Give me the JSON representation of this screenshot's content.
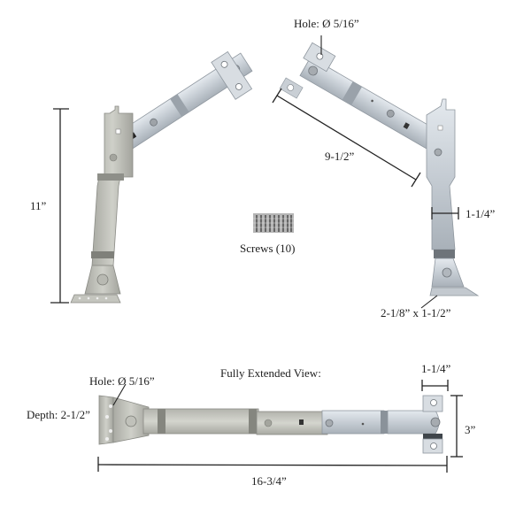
{
  "diagram": {
    "subject": "Window hinge / operator arm set",
    "colors": {
      "metal_light": "#d9dee3",
      "metal_mid": "#b8bfc6",
      "metal_dark": "#8d949b",
      "metal_galv": "#c9c9c2",
      "dimension_line": "#222222",
      "background": "#ffffff"
    },
    "top_left_arm": {
      "height_label": "11”"
    },
    "top_right_arm": {
      "hole_label": "Hole: Ø 5/16”",
      "arm_length_label": "9-1/2”",
      "width_label": "1-1/4”",
      "foot_label": "2-1/8” x 1-1/2”"
    },
    "screws": {
      "label": "Screws (10)",
      "count": 10
    },
    "extended_view": {
      "title": "Fully Extended View:",
      "hole_label": "Hole: Ø 5/16”",
      "depth_label": "Depth: 2-1/2”",
      "bracket_width_label": "1-1/4”",
      "bracket_height_label": "3”",
      "total_length_label": "16-3/4”"
    }
  }
}
